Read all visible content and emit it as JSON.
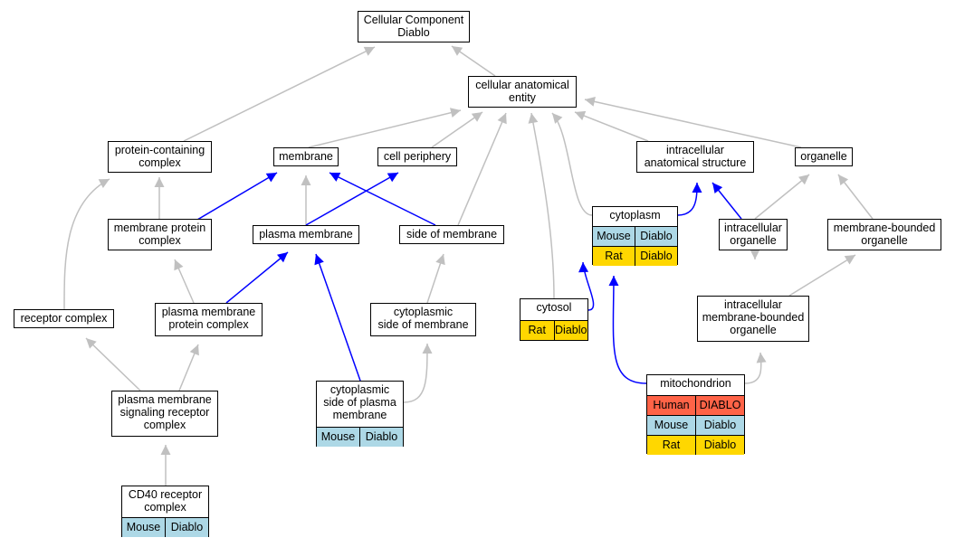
{
  "nodes": {
    "cellular_component": {
      "label": "Cellular Component\nDiablo"
    },
    "cellular_anatomical_entity": {
      "label": "cellular anatomical\nentity"
    },
    "protein_containing_complex": {
      "label": "protein-containing\ncomplex"
    },
    "membrane": {
      "label": "membrane"
    },
    "cell_periphery": {
      "label": "cell periphery"
    },
    "intracellular_anatomical_structure": {
      "label": "intracellular\nanatomical structure"
    },
    "organelle": {
      "label": "organelle"
    },
    "membrane_protein_complex": {
      "label": "membrane protein\ncomplex"
    },
    "plasma_membrane": {
      "label": "plasma membrane"
    },
    "side_of_membrane": {
      "label": "side of membrane"
    },
    "cytoplasm": {
      "label": "cytoplasm",
      "rows": [
        {
          "species": "Mouse",
          "gene": "Diablo",
          "color": "#add8e6"
        },
        {
          "species": "Rat",
          "gene": "Diablo",
          "color": "#ffd700"
        }
      ]
    },
    "intracellular_organelle": {
      "label": "intracellular\norganelle"
    },
    "membrane_bounded_organelle": {
      "label": "membrane-bounded\norganelle"
    },
    "receptor_complex": {
      "label": "receptor complex"
    },
    "plasma_membrane_protein_complex": {
      "label": "plasma membrane\nprotein complex"
    },
    "cytoplasmic_side_of_membrane": {
      "label": "cytoplasmic\nside of membrane"
    },
    "cytosol": {
      "label": "cytosol",
      "rows": [
        {
          "species": "Rat",
          "gene": "Diablo",
          "color": "#ffd700"
        }
      ]
    },
    "intracellular_membrane_bounded_organelle": {
      "label": "intracellular\nmembrane-bounded\norganelle"
    },
    "plasma_membrane_signaling_receptor_complex": {
      "label": "plasma membrane\nsignaling receptor\ncomplex"
    },
    "cytoplasmic_side_of_plasma_membrane": {
      "label": "cytoplasmic\nside of plasma\nmembrane",
      "rows": [
        {
          "species": "Mouse",
          "gene": "Diablo",
          "color": "#add8e6"
        }
      ]
    },
    "mitochondrion": {
      "label": "mitochondrion",
      "rows": [
        {
          "species": "Human",
          "gene": "DIABLO",
          "color": "#ff6347"
        },
        {
          "species": "Mouse",
          "gene": "Diablo",
          "color": "#add8e6"
        },
        {
          "species": "Rat",
          "gene": "Diablo",
          "color": "#ffd700"
        }
      ]
    },
    "cd40_receptor_complex": {
      "label": "CD40 receptor\ncomplex",
      "rows": [
        {
          "species": "Mouse",
          "gene": "Diablo",
          "color": "#add8e6"
        }
      ]
    }
  },
  "edge_colors": {
    "gray": "#c0c0c0",
    "blue": "#0000ff"
  }
}
